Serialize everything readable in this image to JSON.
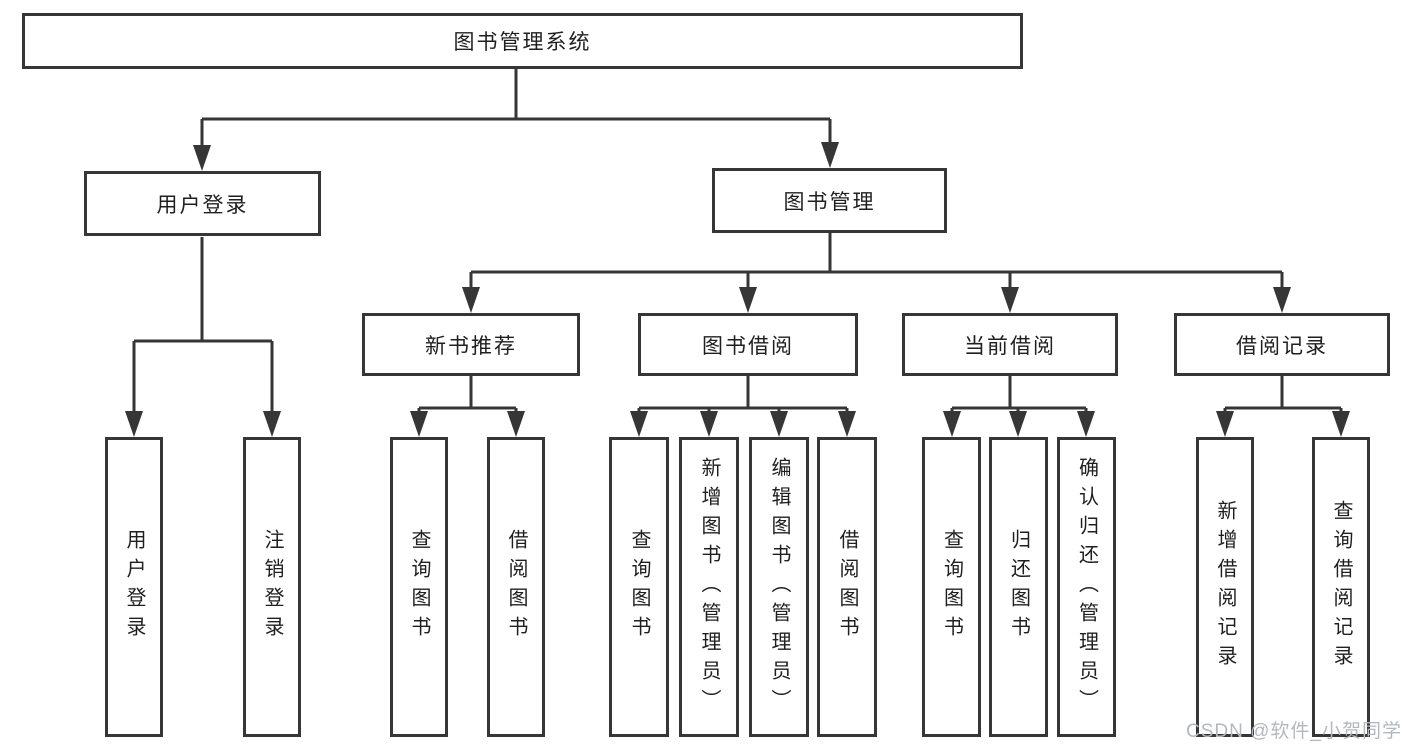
{
  "diagram": {
    "root": {
      "label": "图书管理系统"
    },
    "branches": [
      {
        "label": "用户登录",
        "children": [
          "用户登录",
          "注销登录"
        ]
      },
      {
        "label": "图书管理",
        "groups": [
          {
            "label": "新书推荐",
            "children": [
              "查询图书",
              "借阅图书"
            ]
          },
          {
            "label": "图书借阅",
            "children": [
              "查询图书",
              "新增图书（管理员）",
              "编辑图书（管理员）",
              "借阅图书"
            ]
          },
          {
            "label": "当前借阅",
            "children": [
              "查询图书",
              "归还图书",
              "确认归还（管理员）"
            ]
          },
          {
            "label": "借阅记录",
            "children": [
              "新增借阅记录",
              "查询借阅记录"
            ]
          }
        ]
      }
    ]
  },
  "watermark": {
    "text": "CSDN @软件_小贺同学"
  },
  "colors": {
    "line": "#363636",
    "box_border": "#363636",
    "box_background": "#ffffff",
    "text": "#1f1f1f",
    "watermark": "#b4b8bd",
    "page_background": "#ffffff"
  }
}
